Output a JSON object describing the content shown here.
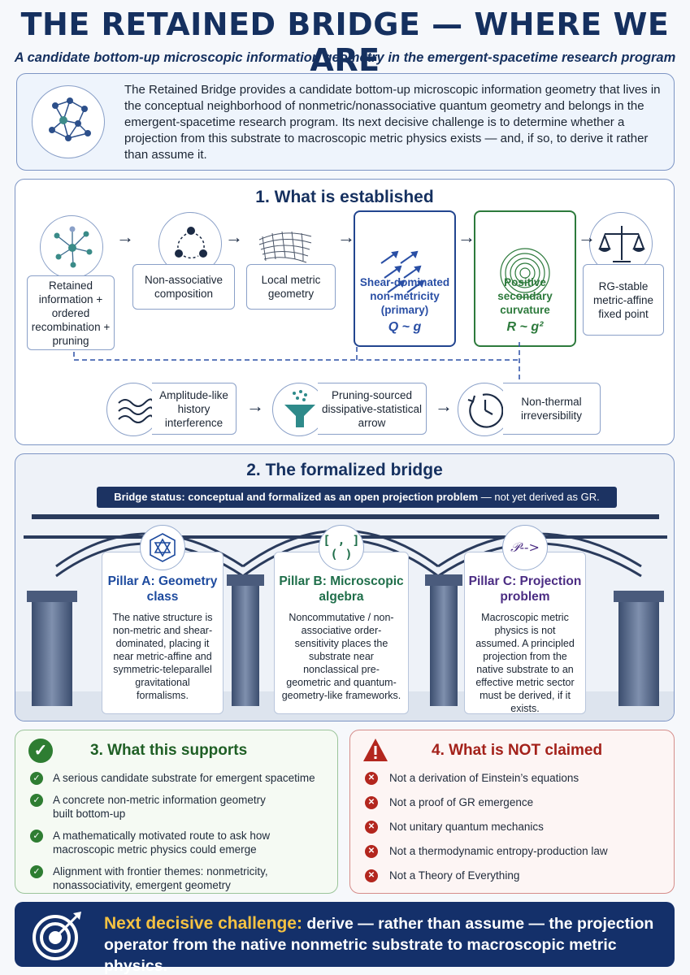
{
  "header": {
    "title": "THE RETAINED BRIDGE — WHERE WE ARE",
    "subtitle": "A candidate bottom-up microscopic information geometry in the emergent-spacetime research program"
  },
  "intro": {
    "text": "The Retained Bridge provides a candidate bottom-up microscopic information geometry that lives in the conceptual neighborhood of nonmetric/nonassociative quantum geometry and belongs in the emergent-spacetime research program. Its next decisive challenge is to determine whether a projection from this substrate to macroscopic metric physics exists — and, if so, to derive it rather than assume it."
  },
  "established": {
    "title": "1. What is established",
    "steps": [
      {
        "label": "Retained information + ordered recombination + pruning",
        "icon": "network-icon"
      },
      {
        "label": "Non-associative composition",
        "icon": "cycle-icon"
      },
      {
        "label": "Local metric geometry",
        "icon": "mesh-icon"
      },
      {
        "label": "Shear-dominated non-metricity (primary)",
        "formula": "Q ~ g",
        "icon": "shear-arrows-icon"
      },
      {
        "label": "Positive secondary curvature",
        "formula": "R ~ g²",
        "icon": "concentric-circles-icon"
      },
      {
        "label": "RG-stable metric-affine fixed point",
        "icon": "scales-icon"
      }
    ],
    "consequences": [
      {
        "label": "Amplitude-like history interference",
        "icon": "wave-icon"
      },
      {
        "label": "Pruning-sourced dissipative-statistical arrow",
        "icon": "funnel-icon"
      },
      {
        "label": "Non-thermal irreversibility",
        "icon": "clock-icon"
      }
    ]
  },
  "bridge": {
    "title": "2. The formalized bridge",
    "status_main": "Bridge status: conceptual and formalized as an open projection problem",
    "status_tail": " — not yet derived as GR.",
    "pillars": [
      {
        "title": "Pillar A: Geometry class",
        "body": "The native structure is non-metric and shear-dominated, placing it near metric-affine and symmetric-teleparallel gravitational formalisms.",
        "color": "#1d4a9e",
        "icon": "geometry-icon"
      },
      {
        "title": "Pillar B: Microscopic algebra",
        "body": "Noncommutative / non-associative order-sensitivity places the substrate near nonclassical pre-geometric and quantum-geometry-like frameworks.",
        "color": "#1f6e4a",
        "icon": "bracket-icon",
        "icon_text_top": "[ , ]",
        "icon_text_bottom": "( )"
      },
      {
        "title": "Pillar C: Projection problem",
        "body": "Macroscopic metric physics is not assumed. A principled projection from the native substrate to an effective metric sector must be derived, if it exists.",
        "color": "#4b2c83",
        "icon": "projection-icon",
        "icon_text": "𝒫-->"
      }
    ]
  },
  "supports": {
    "title": "3. What this supports",
    "items": [
      "A serious candidate substrate for emergent spacetime",
      "A concrete non-metric information geometry built bottom-up",
      "A mathematically motivated route to ask how macroscopic metric physics could emerge",
      "Alignment with frontier themes: nonmetricity, nonassociativity, emergent geometry"
    ]
  },
  "not_claimed": {
    "title": "4. What is NOT claimed",
    "items": [
      "Not a derivation of Einstein’s equations",
      "Not a proof of GR emergence",
      "Not unitary quantum mechanics",
      "Not a thermodynamic entropy-production law",
      "Not a Theory of Everything"
    ]
  },
  "footer": {
    "highlight": "Next decisive challenge:",
    "text": " derive — rather than assume — the projection operator from the native nonmetric substrate to macroscopic metric physics."
  },
  "colors": {
    "navy": "#15305f",
    "green": "#2d7a3c",
    "red": "#b3261e",
    "gold": "#f5c242"
  }
}
